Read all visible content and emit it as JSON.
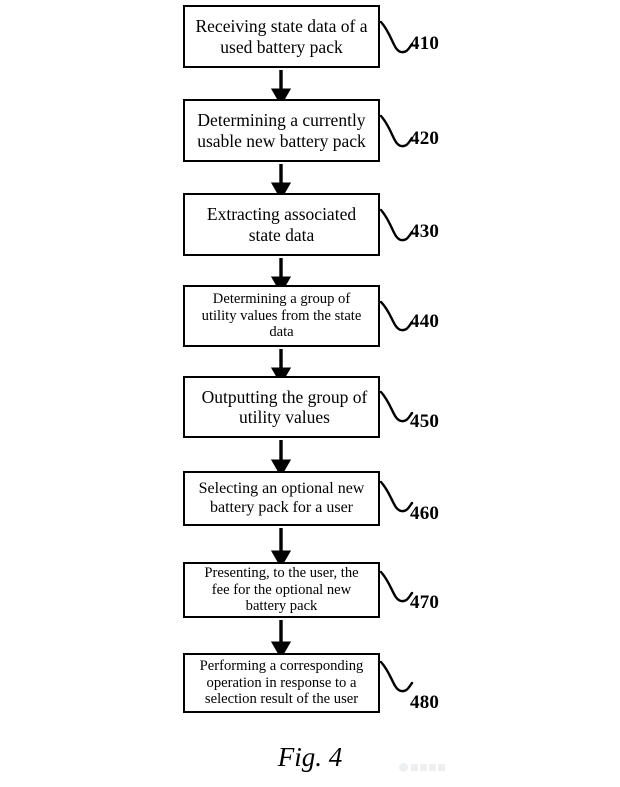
{
  "figure": {
    "caption": "Fig. 4",
    "watermark_icon": "weibo-watermark-icon"
  },
  "flowchart": {
    "type": "flowchart",
    "orientation": "vertical",
    "connector": "arrow-down",
    "nodes": [
      {
        "id": "410",
        "ref": "410",
        "text": "Receiving state data of a\nused battery pack"
      },
      {
        "id": "420",
        "ref": "420",
        "text": "Determining a currently\nusable new battery pack"
      },
      {
        "id": "430",
        "ref": "430",
        "text": "Extracting associated\nstate data"
      },
      {
        "id": "440",
        "ref": "440",
        "text": "Determining a group of\nutility values from the state\ndata"
      },
      {
        "id": "450",
        "ref": "450",
        "text": "Outputting the group of\nutility values"
      },
      {
        "id": "460",
        "ref": "460",
        "text": "Selecting an optional new\nbattery pack for a user"
      },
      {
        "id": "470",
        "ref": "470",
        "text": "Presenting, to the user, the\nfee for the optional new\nbattery pack"
      },
      {
        "id": "480",
        "ref": "480",
        "text": "Performing a corresponding\noperation in response to a\nselection result of the user"
      }
    ]
  }
}
